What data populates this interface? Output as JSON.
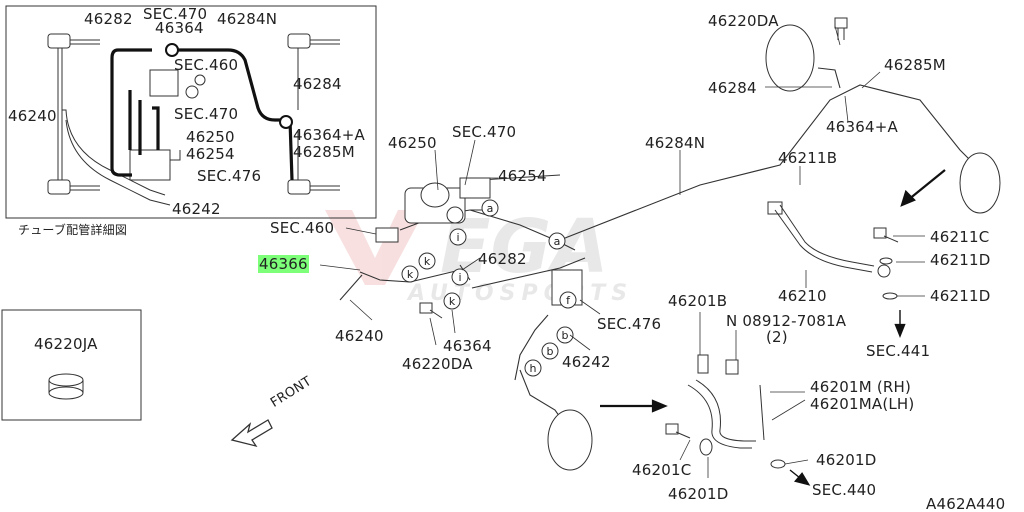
{
  "diagram": {
    "part_labels": {
      "p46282_inset": "46282",
      "sec470_inset_top": "SEC.470",
      "p46364_inset": "46364",
      "p46284N_inset": "46284N",
      "sec460_inset": "SEC.460",
      "p46284_inset": "46284",
      "p46240_inset": "46240",
      "sec470_inset_mid": "SEC.470",
      "p46364A_inset": "46364+A",
      "p46250_inset": "46250",
      "p46254_inset": "46254",
      "p46285M_inset": "46285M",
      "sec476_inset": "SEC.476",
      "p46242_inset": "46242",
      "p46220JA": "46220JA",
      "p46220DA_top": "46220DA",
      "p46284_top": "46284",
      "p46285M_top": "46285M",
      "p46364A_top": "46364+A",
      "p46250": "46250",
      "sec470": "SEC.470",
      "p46284N": "46284N",
      "p46211B": "46211B",
      "p46254": "46254",
      "sec460": "SEC.460",
      "p46366": "46366",
      "p46282": "46282",
      "p46211C": "46211C",
      "p46211D_a": "46211D",
      "p46211D_b": "46211D",
      "p46210": "46210",
      "p46201B": "46201B",
      "bolt_spec": "N 08912-7081A",
      "bolt_qty": "(2)",
      "p46240": "46240",
      "sec476": "SEC.476",
      "sec441": "SEC.441",
      "p46364": "46364",
      "p46220DA": "46220DA",
      "p46242": "46242",
      "p46201M": "46201M (RH)",
      "p46201MA": "46201MA(LH)",
      "p46201C": "46201C",
      "p46201D_a": "46201D",
      "p46201D_b": "46201D",
      "sec440": "SEC.440",
      "front": "FRONT",
      "diagram_id": "A462A440"
    },
    "inset_caption": "チューブ配管詳細図",
    "callout_letters": [
      "k",
      "k",
      "k",
      "i",
      "i",
      "a",
      "a",
      "f",
      "b",
      "b",
      "h"
    ],
    "watermark": "VEGA AUTOSPORTS",
    "highlight_color": "#7dff7a"
  }
}
